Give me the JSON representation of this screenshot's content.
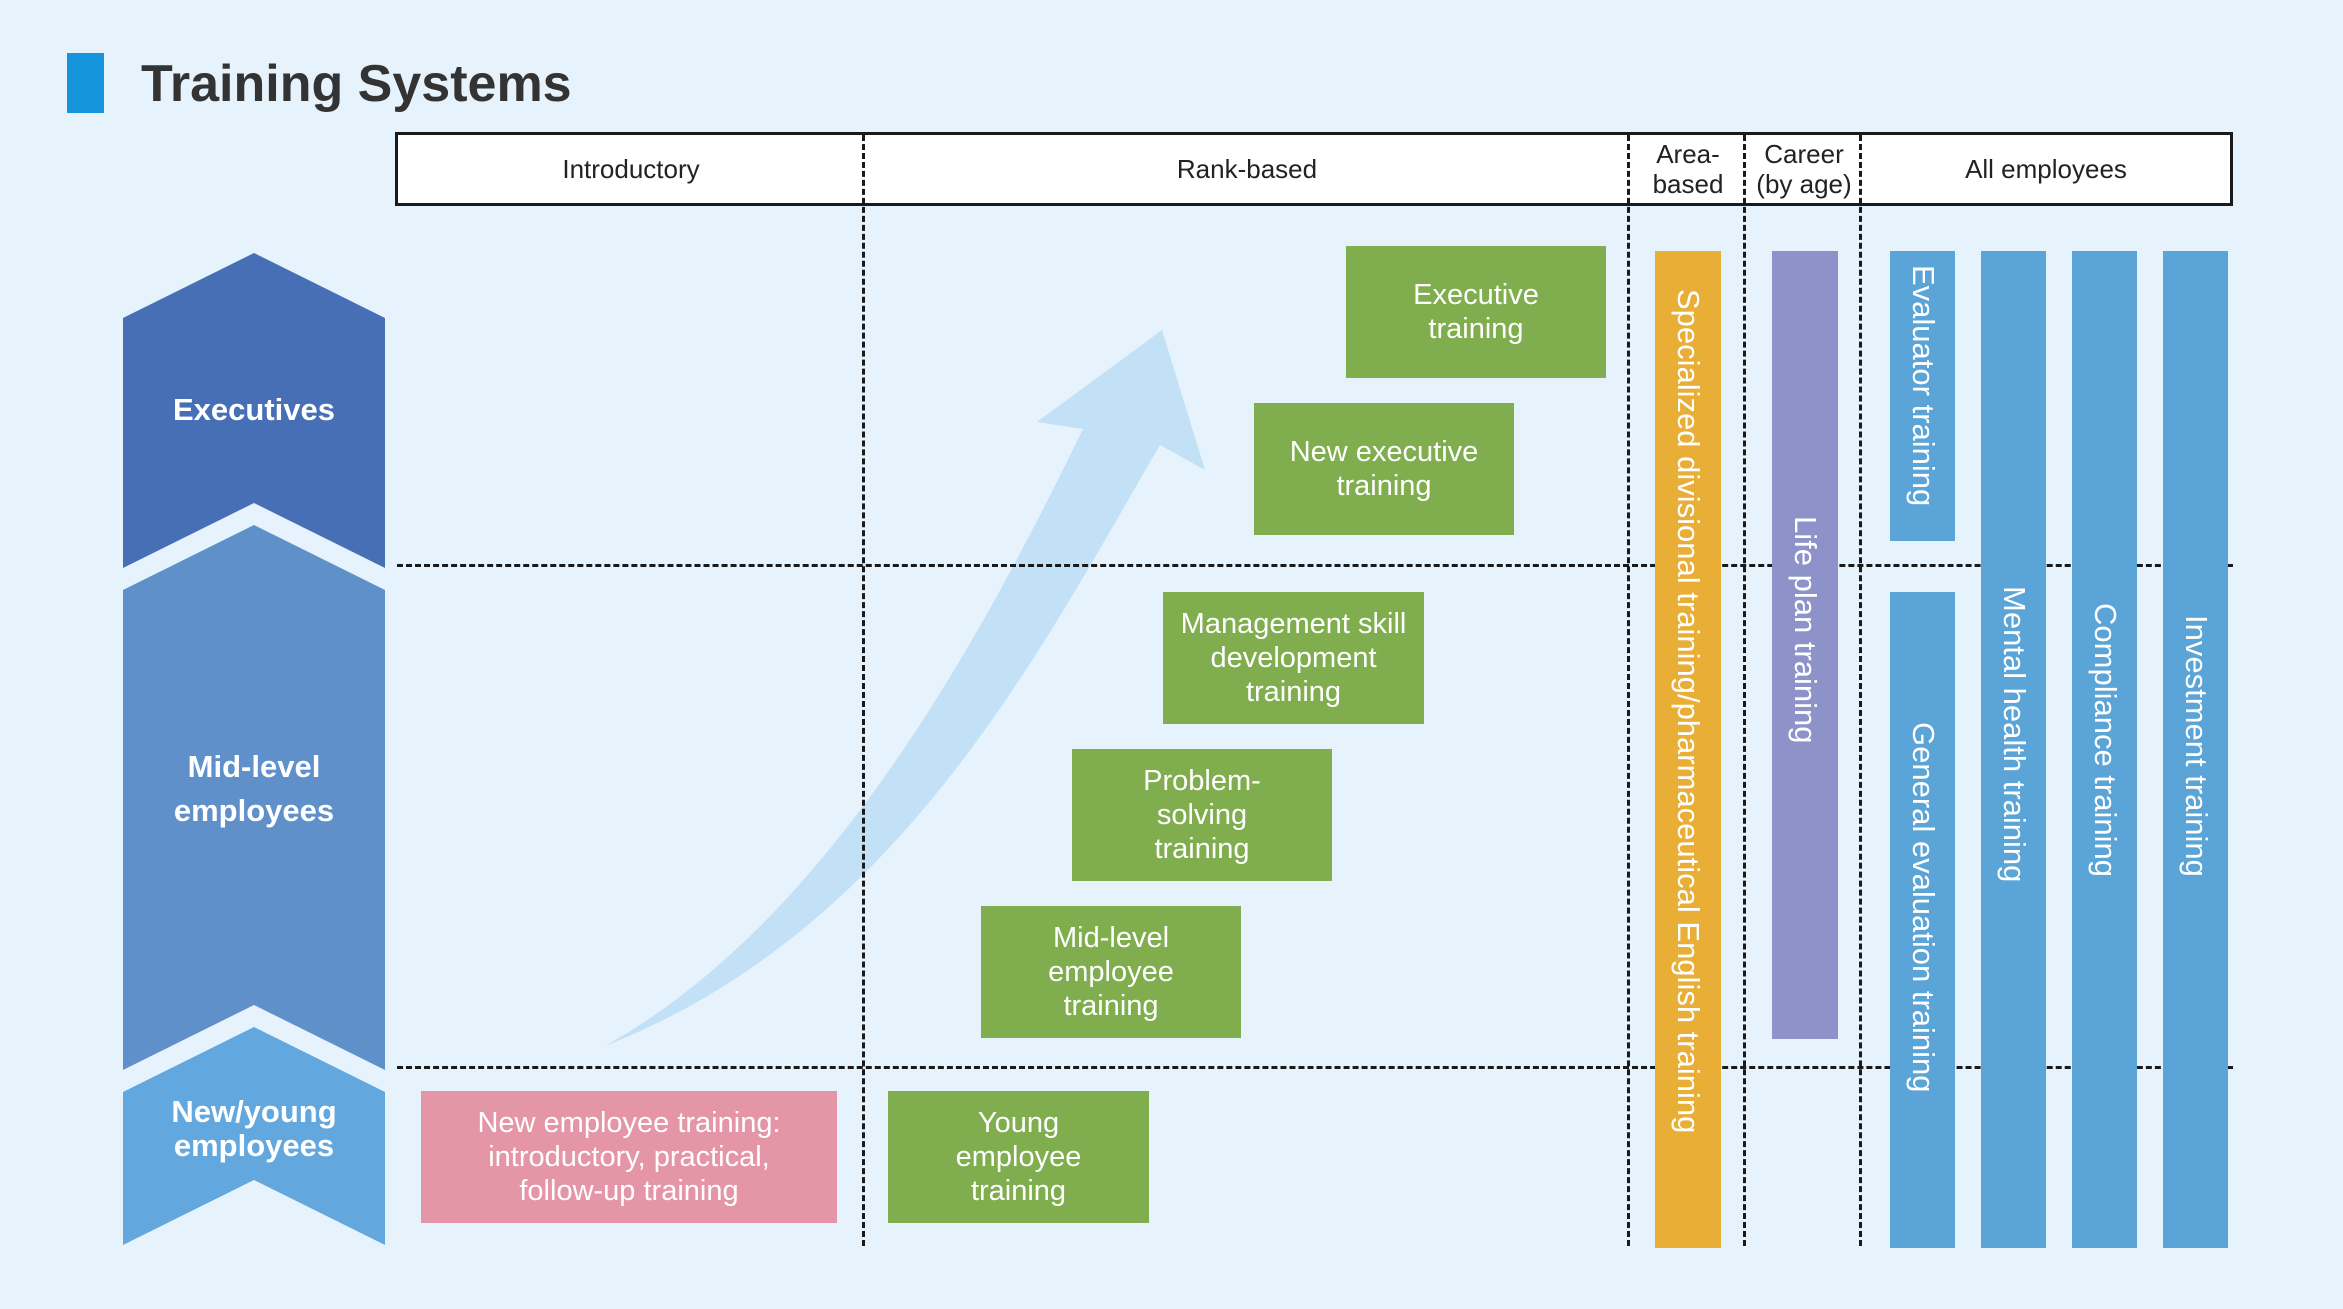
{
  "title": "Training Systems",
  "header": {
    "introductory": "Introductory",
    "rank_based": "Rank-based",
    "area_based": "Area-\nbased",
    "career": "Career\n(by age)",
    "all_employees": "All employees"
  },
  "levels": {
    "executives": "Executives",
    "mid_level": "Mid-level\nemployees",
    "new_young": "New/young\nemployees"
  },
  "trainings": {
    "executive": "Executive\ntraining",
    "new_executive": "New executive\ntraining",
    "management_skill": "Management skill\ndevelopment\ntraining",
    "problem_solving": "Problem-\nsolving\ntraining",
    "mid_level_employee": "Mid-level\nemployee\ntraining",
    "young_employee": "Young\nemployee\ntraining",
    "new_employee": "New employee training:\nintroductory, practical,\nfollow-up training"
  },
  "vertical_bars": {
    "specialized": "Specialized divisional training/pharmaceutical English training",
    "life_plan": "Life plan training",
    "evaluator": "Evaluator training",
    "general_evaluation": "General evaluation training",
    "mental_health": "Mental health training",
    "compliance": "Compliance training",
    "investment": "Investment training"
  },
  "colors": {
    "background": "#e6f3fc",
    "accent": "#1596dc",
    "green": "#80ad4e",
    "pink": "#e495a6",
    "orange": "#e9ae35",
    "purple": "#8d93c9",
    "blue": "#5aa4d7",
    "executives": "#476fb6",
    "mid_level": "#5f90ca",
    "new_young": "#62a8df",
    "arrow": "#c2e1f6"
  }
}
